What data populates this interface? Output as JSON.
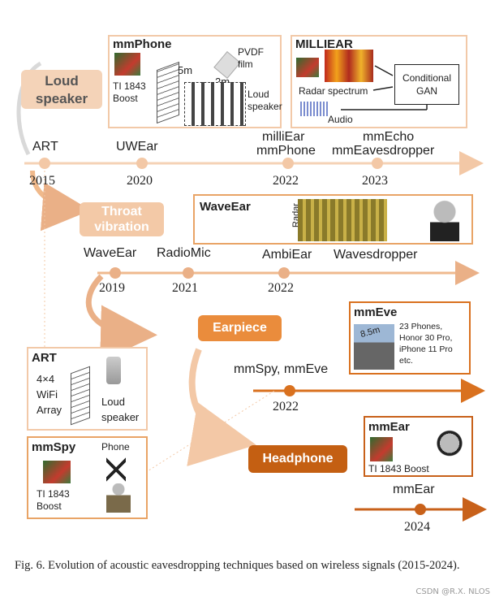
{
  "colors": {
    "timeline_light": "#f3c8a6",
    "timeline_dot": "#f0b98b",
    "timeline_mid": "#e8a56b",
    "timeline_dark": "#d9711f",
    "timeline_darker": "#c8611a",
    "box_border_light": "#f2c9a8",
    "box_border_mid": "#e9a466",
    "box_border_dark": "#cf6a15",
    "tag_loudspeaker_bg": "#f4d3b8",
    "tag_throat_bg": "#f3c9a7",
    "tag_earpiece_bg": "#ea8c3c",
    "tag_headphone_bg": "#c45f12"
  },
  "categories": {
    "loudspeaker": "Loud\nspeaker",
    "throat": "Throat\nvibration",
    "earpiece": "Earpiece",
    "headphone": "Headphone"
  },
  "timeline1": {
    "labels": {
      "art": "ART",
      "uwear": "UWEar",
      "milliear": "milliEar",
      "mmphone": "mmPhone",
      "mmecho": "mmEcho",
      "mmeaves": "mmEavesdropper"
    },
    "years": {
      "y2015": "2015",
      "y2020": "2020",
      "y2022": "2022",
      "y2023": "2023"
    }
  },
  "timeline2": {
    "labels": {
      "waveear": "WaveEar",
      "radiomic": "RadioMic",
      "ambiear": "AmbiEar",
      "wavesdropper": "Wavesdropper"
    },
    "years": {
      "y2019": "2019",
      "y2021": "2021",
      "y2022": "2022"
    }
  },
  "timeline3": {
    "label": "mmSpy, mmEve",
    "year": "2022"
  },
  "timeline4": {
    "label": "mmEar",
    "year": "2024"
  },
  "boxes": {
    "mmphone": {
      "title": "mmPhone",
      "ti": "TI 1843\nBoost",
      "d5m": "5m",
      "d2m": "2m",
      "pvdf": "PVDF\nfilm",
      "loud": "Loud\nspeaker"
    },
    "milliear": {
      "title": "MILLIEAR",
      "radar": "Radar spectrum",
      "audio": "Audio",
      "gan": "Conditional\nGAN"
    },
    "waveear": {
      "title": "WaveEar",
      "radar": "Radar"
    },
    "mmeve": {
      "title": "mmEve",
      "dist": "8.5m",
      "phones": "23 Phones,\nHonor 30 Pro,\niPhone 11 Pro\netc."
    },
    "art": {
      "title": "ART",
      "array": "4×4\nWiFi\nArray",
      "loud": "Loud\nspeaker"
    },
    "mmspy": {
      "title": "mmSpy",
      "phone": "Phone",
      "ti": "TI 1843\nBoost"
    },
    "mmear": {
      "title": "mmEar",
      "ti": "TI 1843 Boost"
    }
  },
  "caption": "Fig. 6.  Evolution of acoustic eavesdropping techniques based on wireless signals (2015-2024).",
  "watermark": "CSDN @R.X. NLOS"
}
